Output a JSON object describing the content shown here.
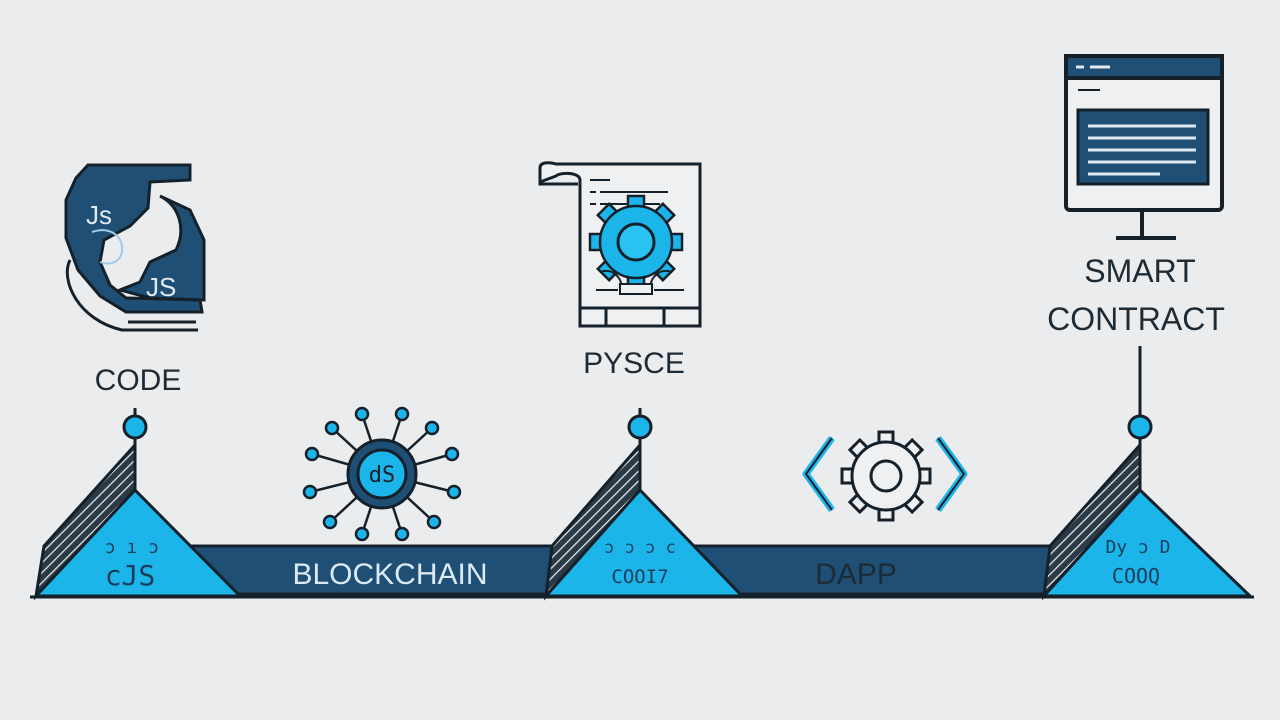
{
  "labels": {
    "code": "CODE",
    "pysce": "PYSCE",
    "smart_line1": "SMART",
    "smart_line2": "CONTRACT",
    "blockchain": "BLOCKCHAIN",
    "dapp": "DAPP"
  },
  "icon_text": {
    "js_upper": "Js",
    "js_lower": "JS",
    "hub_center": "dS"
  },
  "triangle_text": {
    "first": "cJS",
    "first_top": "ɔ ı ɔ",
    "second_top": "ɔ ɔ ɔ c",
    "second_bottom": "COOI7",
    "third_top": "Dy ɔ D",
    "third_bottom": "COOQ"
  },
  "colors": {
    "navy": "#1c2a36",
    "blue_dark": "#1f4f74",
    "cyan": "#19b4e8",
    "background": "#ebecee"
  },
  "icons": [
    "js-code-icon",
    "document-gear-icon",
    "monitor-icon",
    "network-hub-icon",
    "gear-brackets-icon"
  ]
}
